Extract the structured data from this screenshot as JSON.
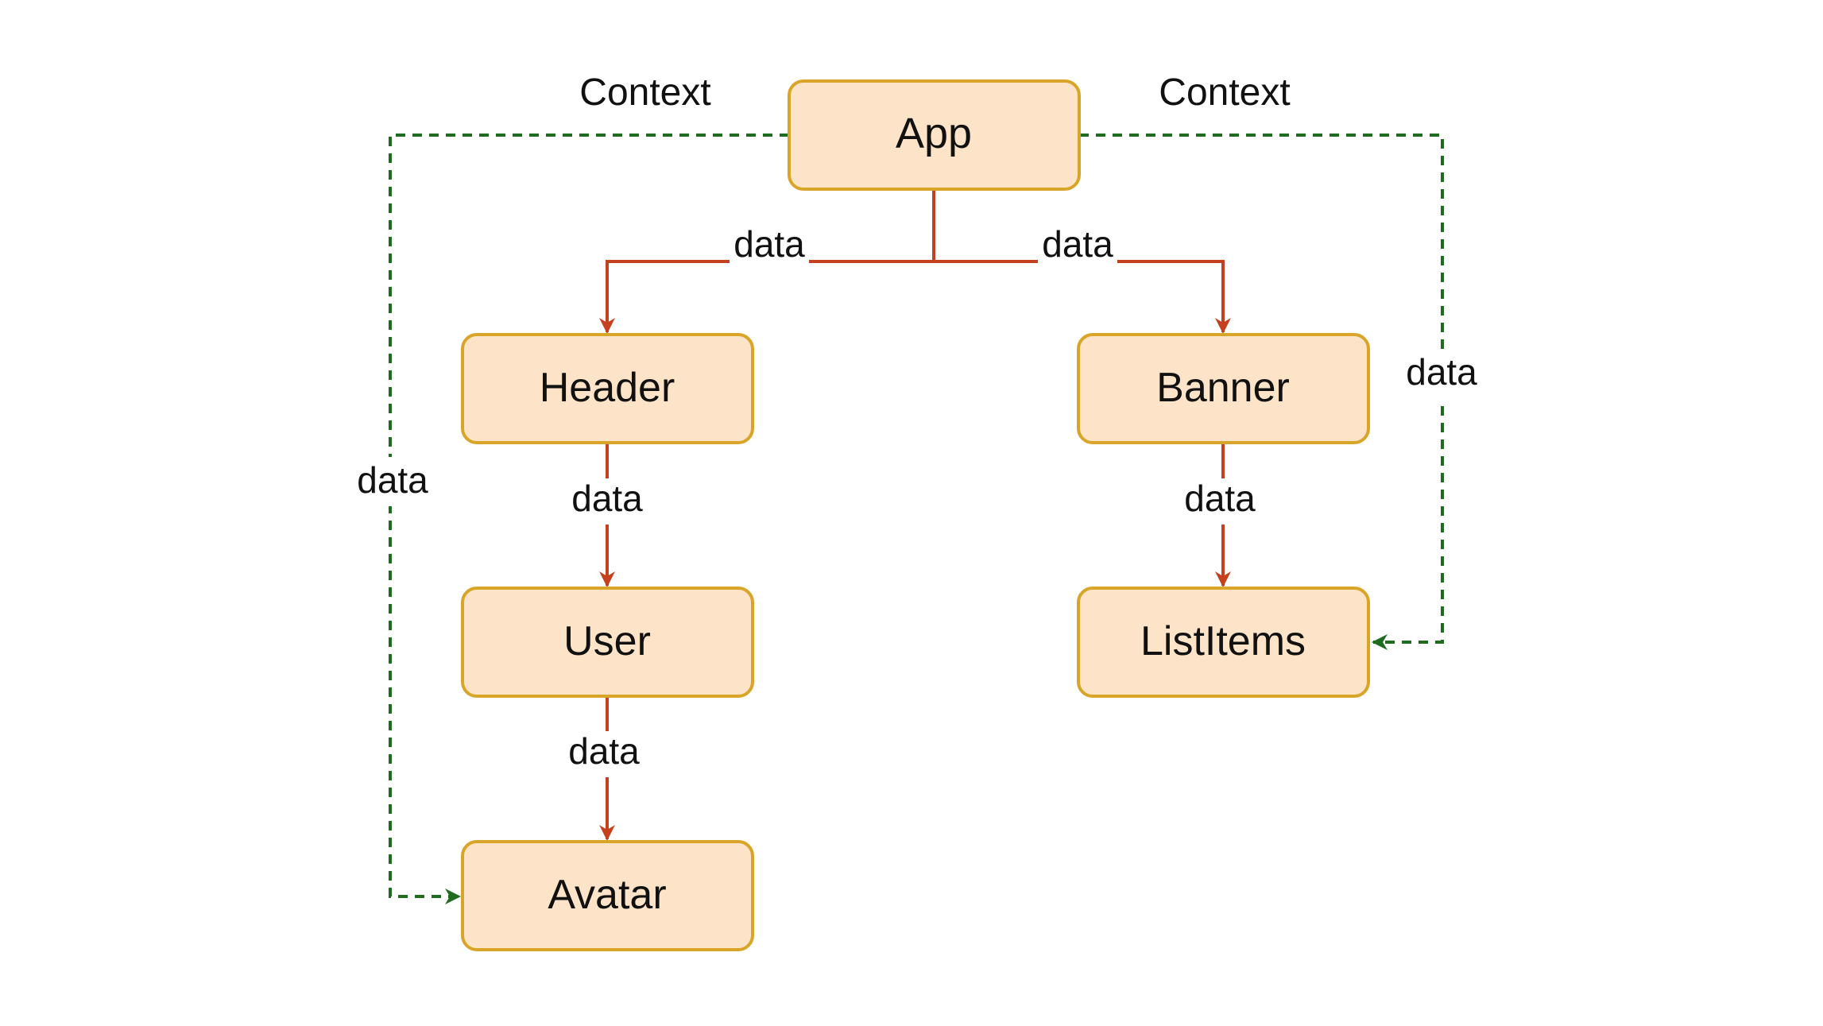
{
  "nodes": {
    "app": "App",
    "header": "Header",
    "banner": "Banner",
    "user": "User",
    "listitems": "ListItems",
    "avatar": "Avatar"
  },
  "edge_labels": {
    "context_left": "Context",
    "context_right": "Context",
    "app_header": "data",
    "app_banner": "data",
    "header_user": "data",
    "banner_listitems": "data",
    "user_avatar": "data",
    "context_left_data": "data",
    "context_right_data": "data"
  },
  "colors": {
    "node_fill": "#fde3c8",
    "node_stroke": "#d9a528",
    "data_edge": "#c5401f",
    "context_edge": "#1f6b1f",
    "text": "#111111"
  }
}
